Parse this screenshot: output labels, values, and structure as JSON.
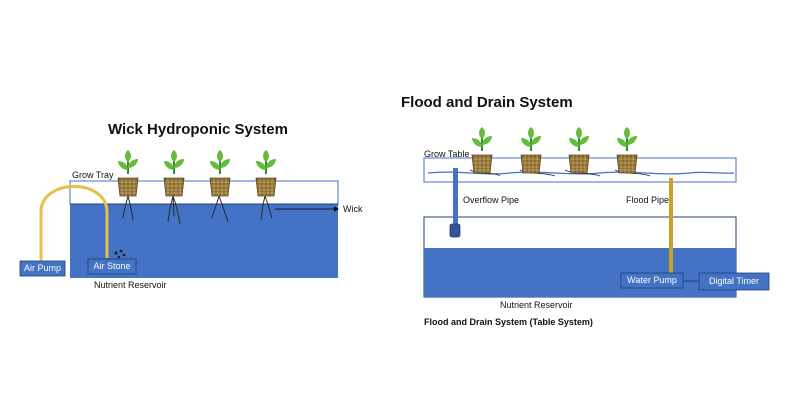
{
  "wick": {
    "title": "Wick Hydroponic System",
    "labels": {
      "grow_tray": "Grow Tray",
      "wick": "Wick",
      "air_pump": "Air Pump",
      "air_stone": "Air Stone",
      "nutrient_reservoir": "Nutrient Reservoir"
    }
  },
  "flood": {
    "title": "Flood and Drain System",
    "labels": {
      "grow_table": "Grow Table",
      "overflow_pipe": "Overflow Pipe",
      "flood_pipe": "Flood Pipe",
      "water_pump": "Water Pump",
      "digital_timer": "Digital Timer",
      "nutrient_reservoir": "Nutrient Reservoir"
    },
    "caption": "Flood and Drain System (Table System)"
  },
  "colors": {
    "water": "#4472c4",
    "pot": "#8b6a2e",
    "pipe": "#c9a227",
    "stem": "#2e8b3a",
    "leaf": "#66bb3c"
  }
}
